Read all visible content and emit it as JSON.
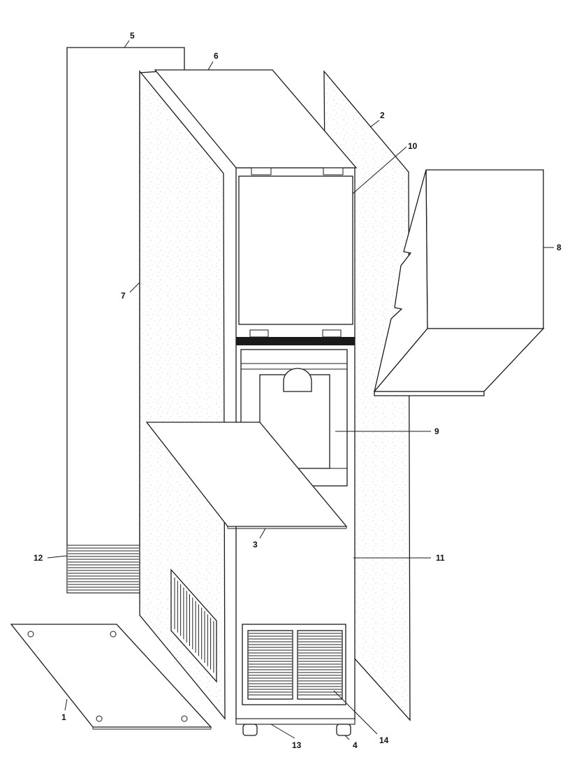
{
  "labels": [
    {
      "id": "1",
      "text": "1"
    },
    {
      "id": "2",
      "text": "2"
    },
    {
      "id": "3",
      "text": "3"
    },
    {
      "id": "4",
      "text": "4"
    },
    {
      "id": "5",
      "text": "5"
    },
    {
      "id": "6",
      "text": "6"
    },
    {
      "id": "7",
      "text": "7"
    },
    {
      "id": "8",
      "text": "8"
    },
    {
      "id": "9",
      "text": "9"
    },
    {
      "id": "10",
      "text": "10"
    },
    {
      "id": "11",
      "text": "11"
    },
    {
      "id": "12",
      "text": "12"
    },
    {
      "id": "13",
      "text": "13"
    },
    {
      "id": "14",
      "text": "14"
    }
  ],
  "colors": {
    "line": "#1a1a1a",
    "background": "#ffffff"
  }
}
